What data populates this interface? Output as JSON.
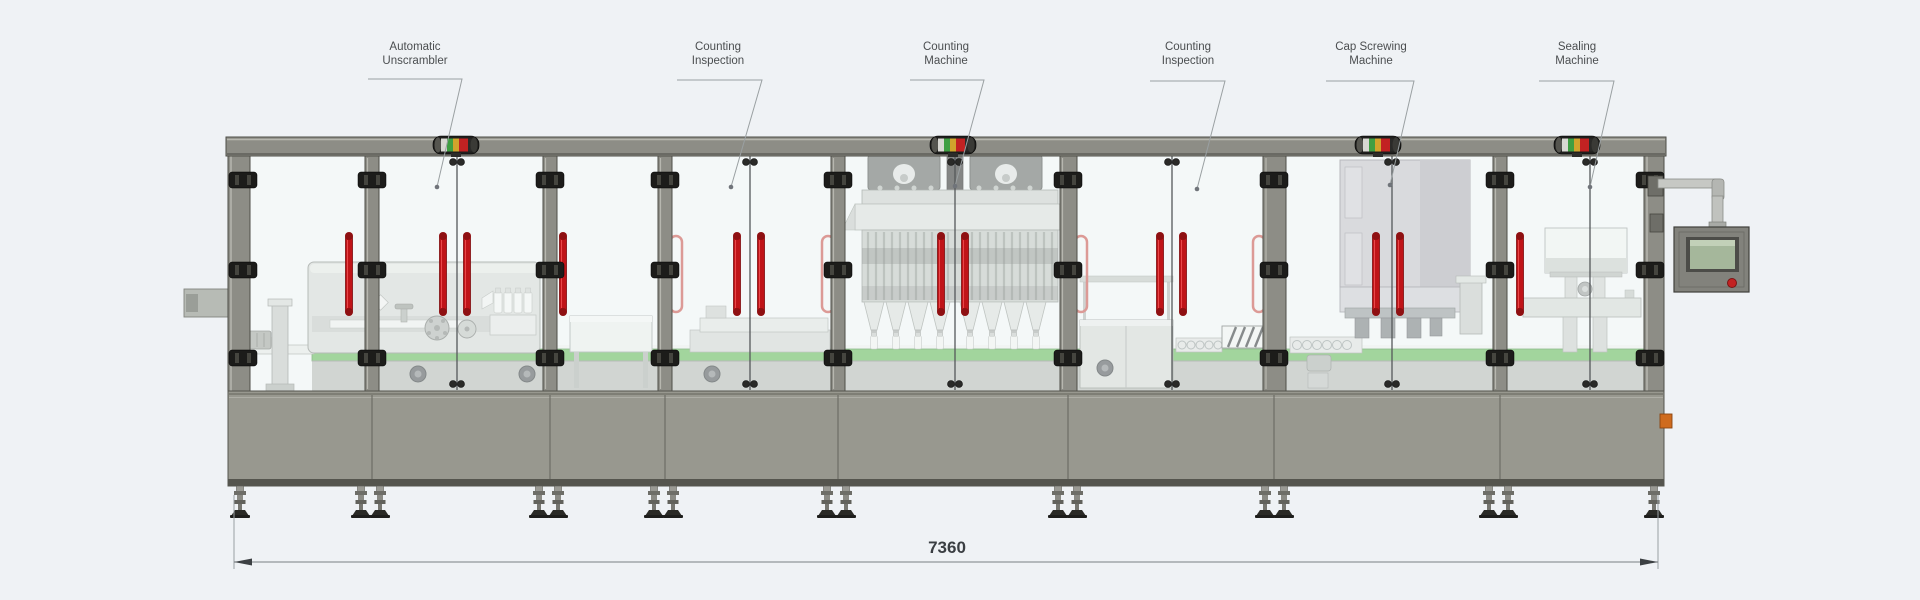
{
  "diagram": {
    "type": "packaging-line-elevation",
    "labels": [
      {
        "line1": "Automatic",
        "line2": "Unscrambler"
      },
      {
        "line1": "Counting",
        "line2": "Inspection"
      },
      {
        "line1": "Counting",
        "line2": "Machine"
      },
      {
        "line1": "Counting",
        "line2": "Inspection"
      },
      {
        "line1": "Cap Screwing",
        "line2": "Machine"
      },
      {
        "line1": "Sealing",
        "line2": "Machine"
      }
    ],
    "dimension": {
      "total_length": "7360"
    },
    "palette": {
      "background": "#eff2f5",
      "frame_gray": "#8d8d86",
      "skirt_gray": "#98988f",
      "glass_tint": "#f5f8f8",
      "handle_red": "#c01418",
      "handle_outline_pink": "#dc9a96",
      "conveyor_green": "#6cbd5f",
      "stack_light_green": "#3f9f42",
      "stack_light_amber": "#d0a42c",
      "stack_light_red": "#c22222",
      "hmi_screen_green": "#a5b79b",
      "annotation_gray": "#9aa0a2"
    }
  }
}
